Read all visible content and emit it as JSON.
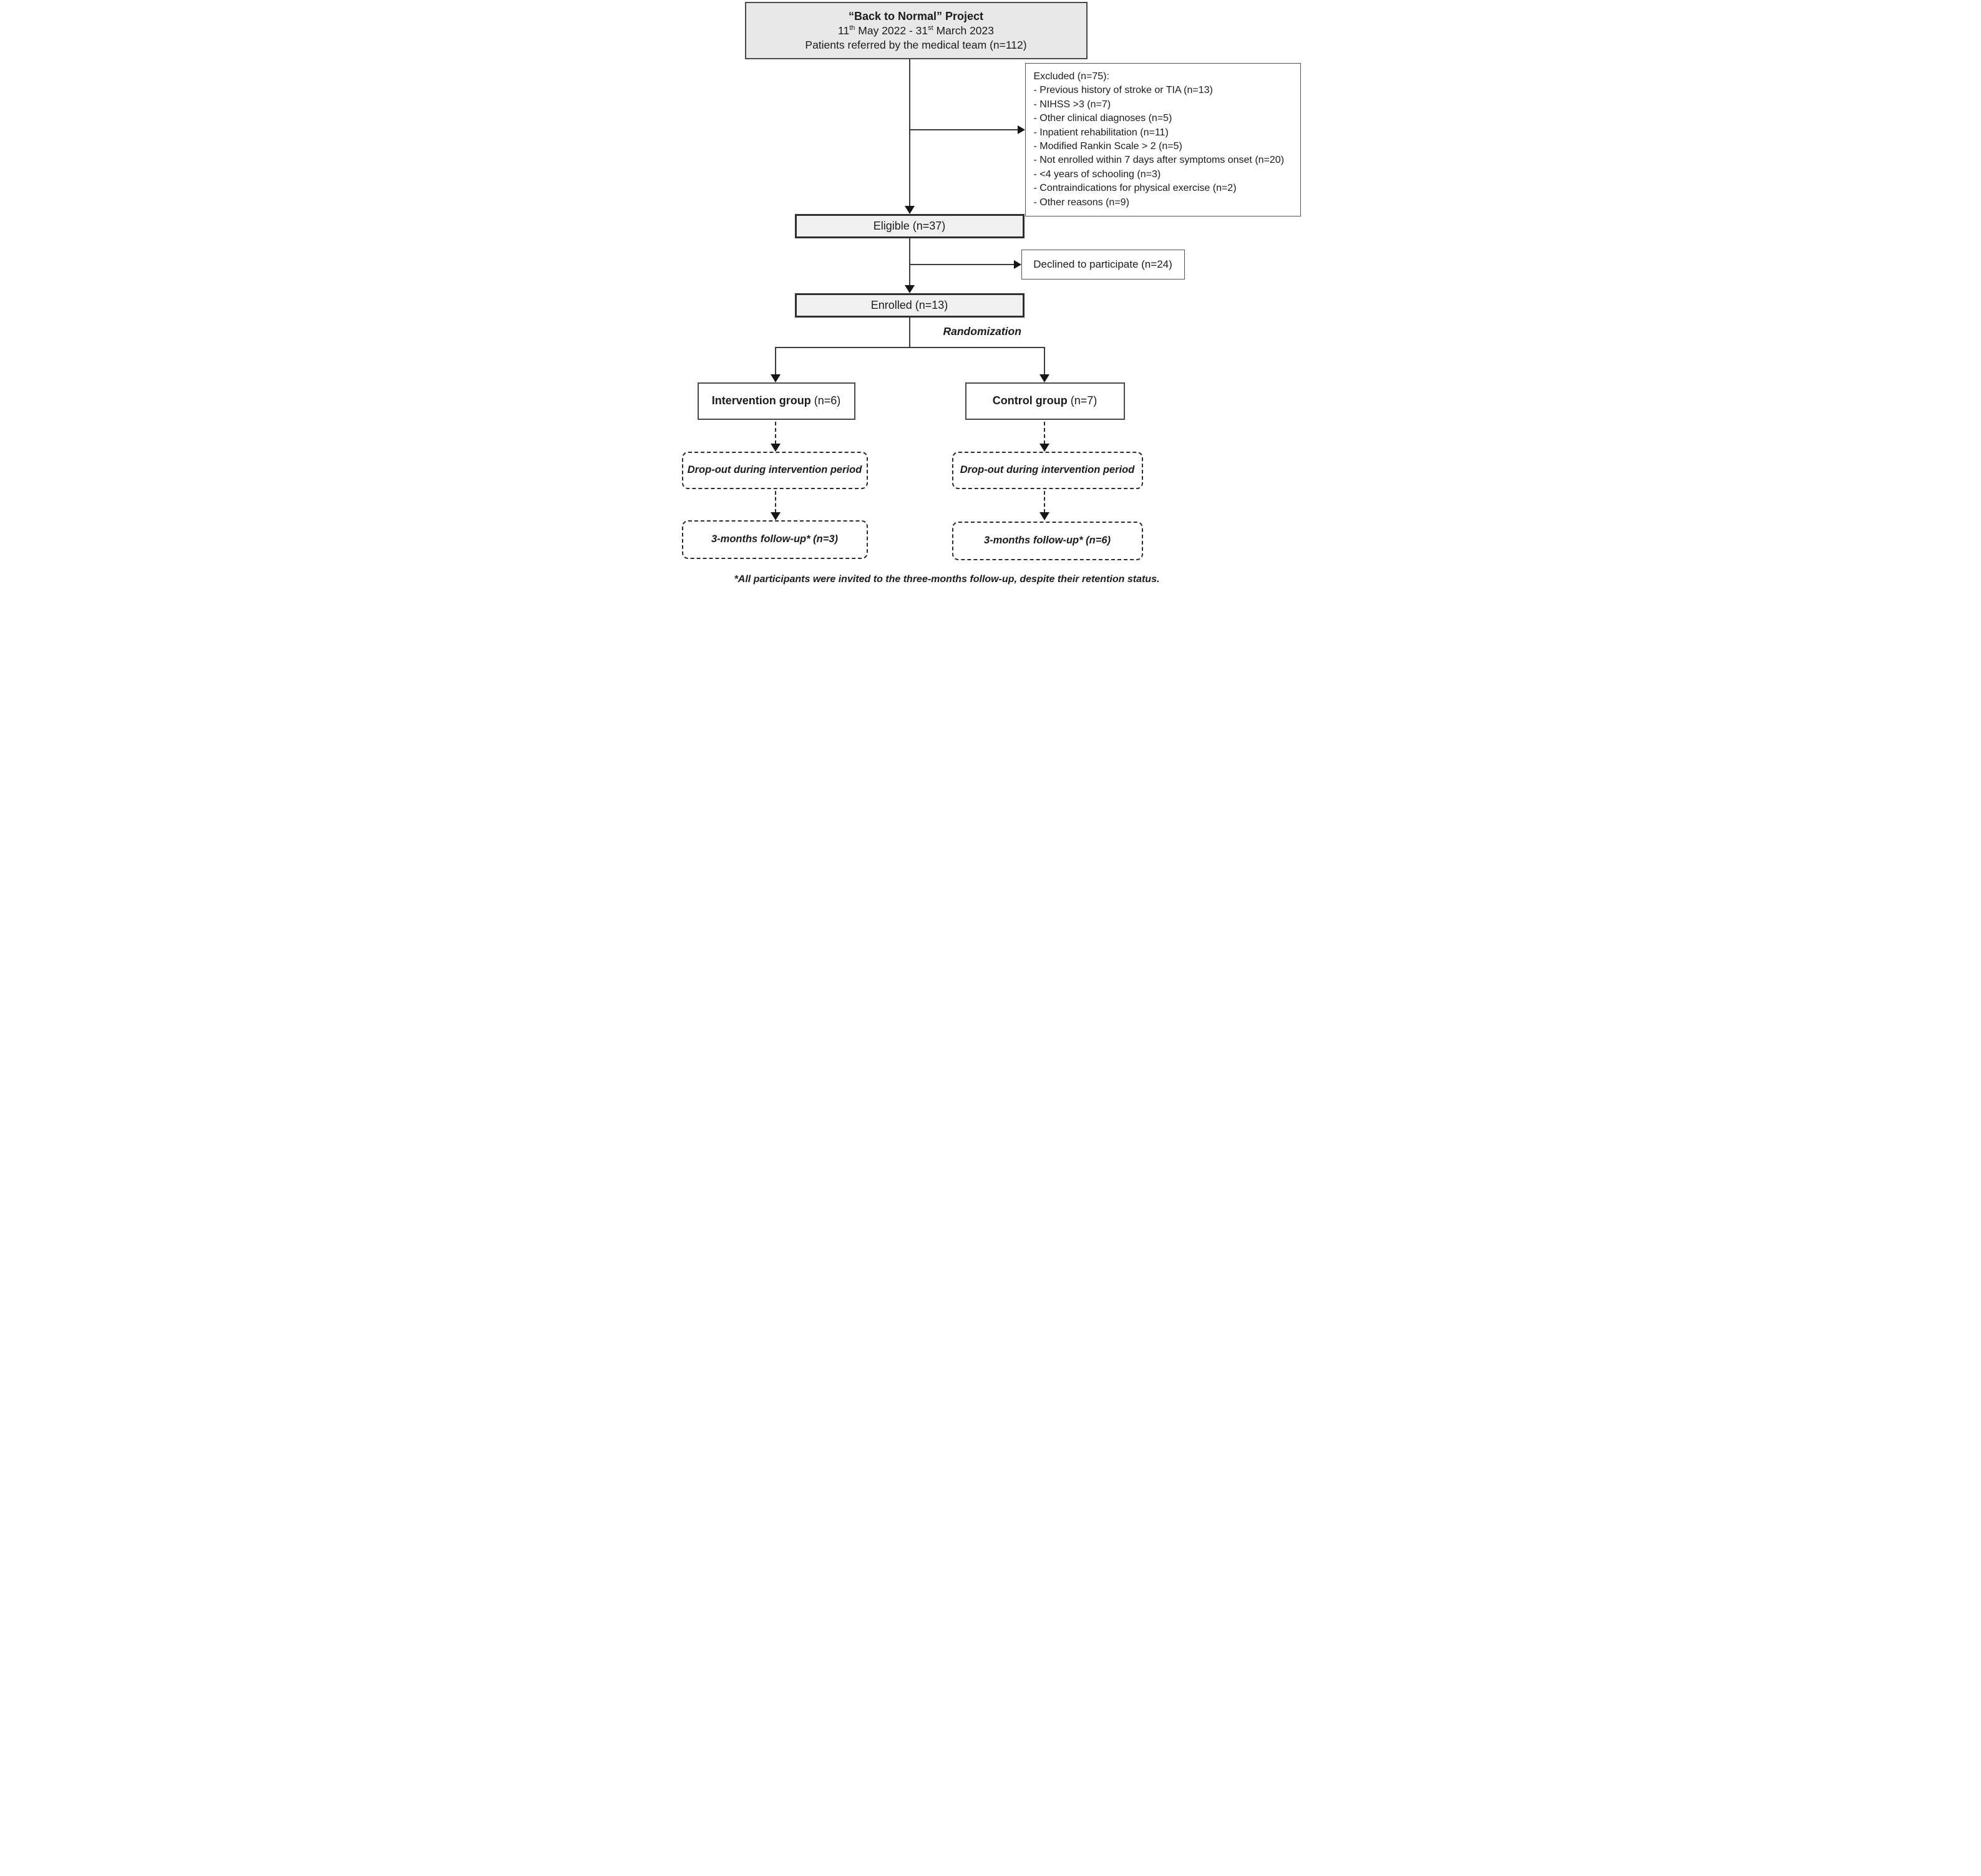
{
  "flowchart": {
    "top_box": {
      "title": "“Back to Normal” Project",
      "date": {
        "d1": "11",
        "d1_suffix": "th",
        "mid": " May 2022 - 31",
        "d2_suffix": "st",
        "end": " March 2023"
      },
      "subtitle": "Patients referred by the medical team (n=112)"
    },
    "excluded_box": {
      "heading": "Excluded (n=75):",
      "items": [
        "- Previous history of stroke or TIA (n=13)",
        "- NIHSS >3 (n=7)",
        "- Other clinical diagnoses (n=5)",
        "- Inpatient rehabilitation (n=11)",
        "- Modified Rankin Scale > 2 (n=5)",
        "- Not enrolled within 7 days after symptoms onset (n=20)",
        "- <4 years of schooling (n=3)",
        "- Contraindications for physical exercise (n=2)",
        "- Other reasons (n=9)"
      ]
    },
    "eligible_box": {
      "label": "Eligible (n=37)"
    },
    "declined_box": {
      "label": "Declined to participate (n=24)"
    },
    "enrolled_box": {
      "label": "Enrolled (n=13)"
    },
    "randomization_label": "Randomization",
    "intervention_box": {
      "name": "Intervention group",
      "count": " (n=6)"
    },
    "control_box": {
      "name": "Control group",
      "count": " (n=7)"
    },
    "dropout_left_box": {
      "label": "Drop-out during intervention period"
    },
    "dropout_right_box": {
      "label": "Drop-out during intervention period"
    },
    "followup_left_box": {
      "label": "3-months follow-up* (n=3)"
    },
    "followup_right_box": {
      "label": "3-months follow-up* (n=6)"
    },
    "footnote": "*All participants were invited to the three-months follow-up, despite their retention status.",
    "colors": {
      "gray_fill": "#e8e8e8",
      "light_gray_fill": "#f0f0f0",
      "border_dark": "#2f2f2f",
      "border_mid": "#4a4a4a",
      "line": "#3c3c3c",
      "arrow": "#161616",
      "text": "#1b1b1b"
    }
  }
}
